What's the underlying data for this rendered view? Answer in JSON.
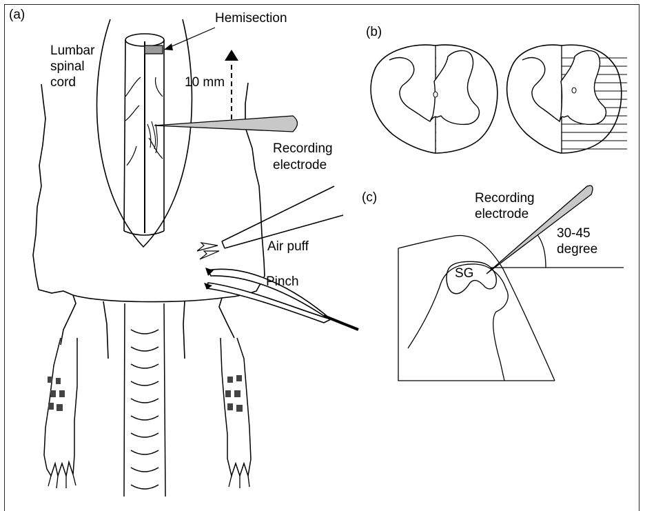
{
  "panels": {
    "a": {
      "label": "(a)",
      "cord_label": [
        "Lumbar",
        "spinal",
        "cord"
      ],
      "hemisection": "Hemisection",
      "distance": "10 mm",
      "electrode": [
        "Recording",
        "electrode"
      ],
      "air_puff": "Air puff",
      "pinch": "Pinch"
    },
    "b": {
      "label": "(b)"
    },
    "c": {
      "label": "(c)",
      "electrode": [
        "Recording",
        "electrode"
      ],
      "angle": [
        "30-45",
        "degree"
      ],
      "region": "SG"
    }
  },
  "colors": {
    "line": "#000000",
    "electrode_fill": "#c8c8c8",
    "hemisection_fill": "#9a9a9a",
    "background": "#ffffff"
  }
}
